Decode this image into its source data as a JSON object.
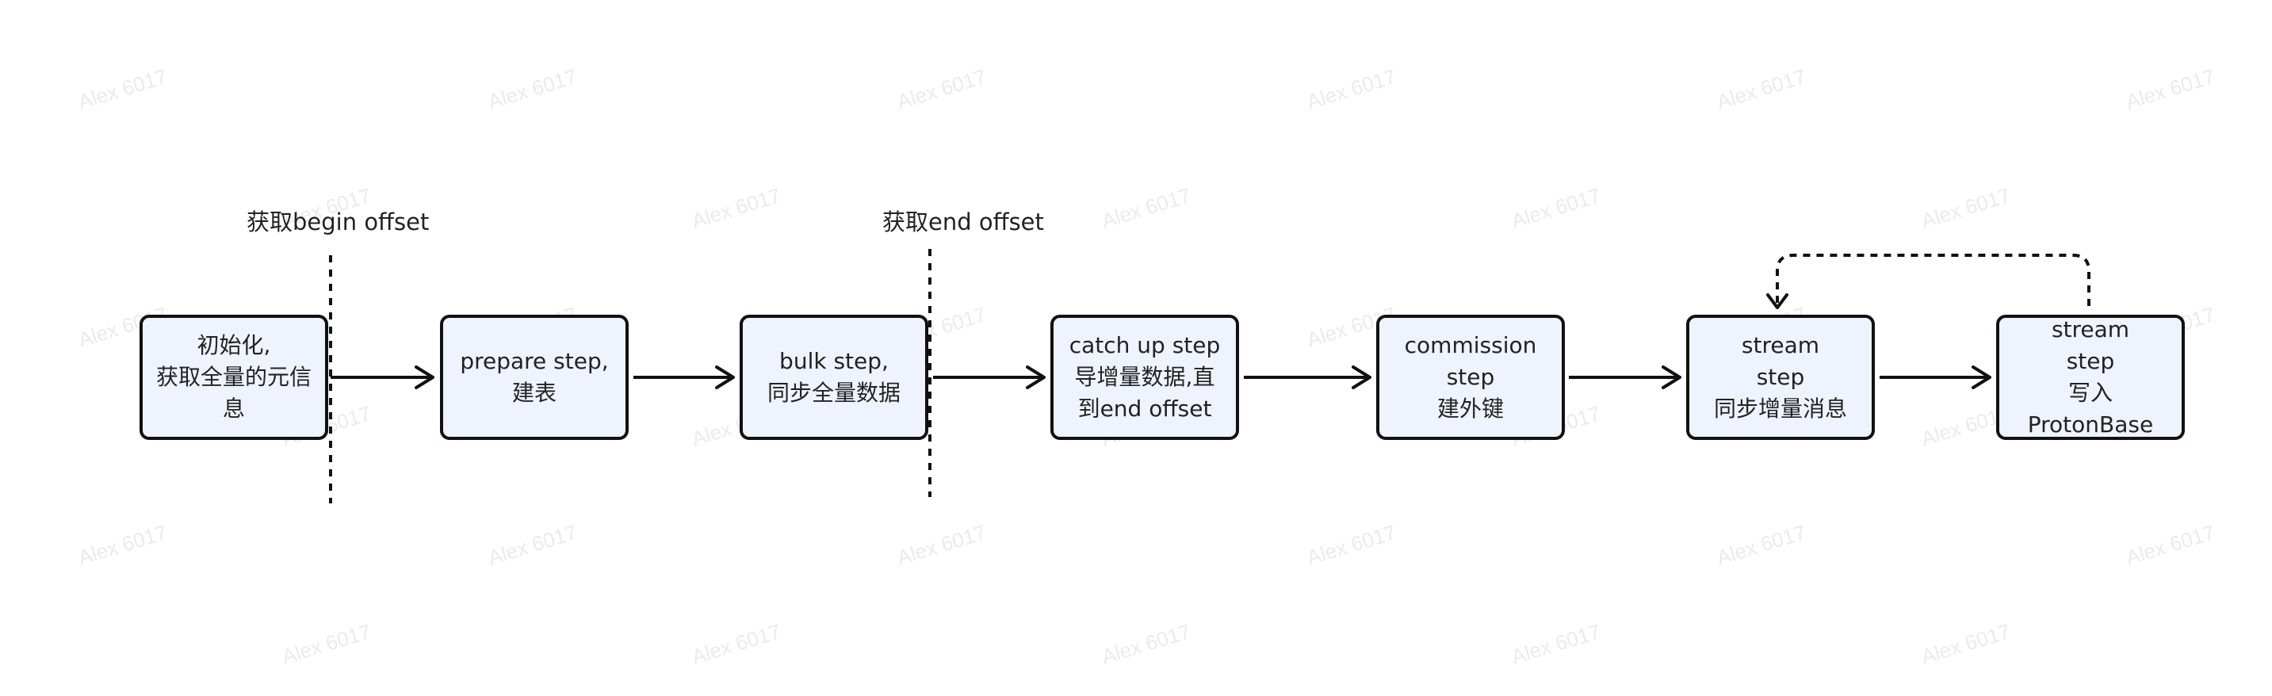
{
  "phase_labels": {
    "begin": "获取begin offset",
    "end": "获取end offset"
  },
  "nodes": [
    {
      "id": "init",
      "lines": [
        "初始化,",
        "获取全量的元信",
        "息"
      ]
    },
    {
      "id": "prepare",
      "lines": [
        "prepare step,",
        "建表"
      ]
    },
    {
      "id": "bulk",
      "lines": [
        "bulk step,",
        "同步全量数据"
      ]
    },
    {
      "id": "catchup",
      "lines": [
        "catch up step",
        "导增量数据,直",
        "到end offset"
      ]
    },
    {
      "id": "commission",
      "lines": [
        "commission",
        "step",
        "建外键"
      ]
    },
    {
      "id": "stream1",
      "lines": [
        "stream",
        "step",
        "同步增量消息"
      ]
    },
    {
      "id": "stream2",
      "lines": [
        "stream",
        "step",
        "写入ProtonBase"
      ]
    }
  ],
  "watermark": "Alex 6017",
  "colors": {
    "node_fill": "#eef3fd",
    "node_border": "#111111",
    "line": "#111111",
    "watermark": "#ebebeb"
  }
}
